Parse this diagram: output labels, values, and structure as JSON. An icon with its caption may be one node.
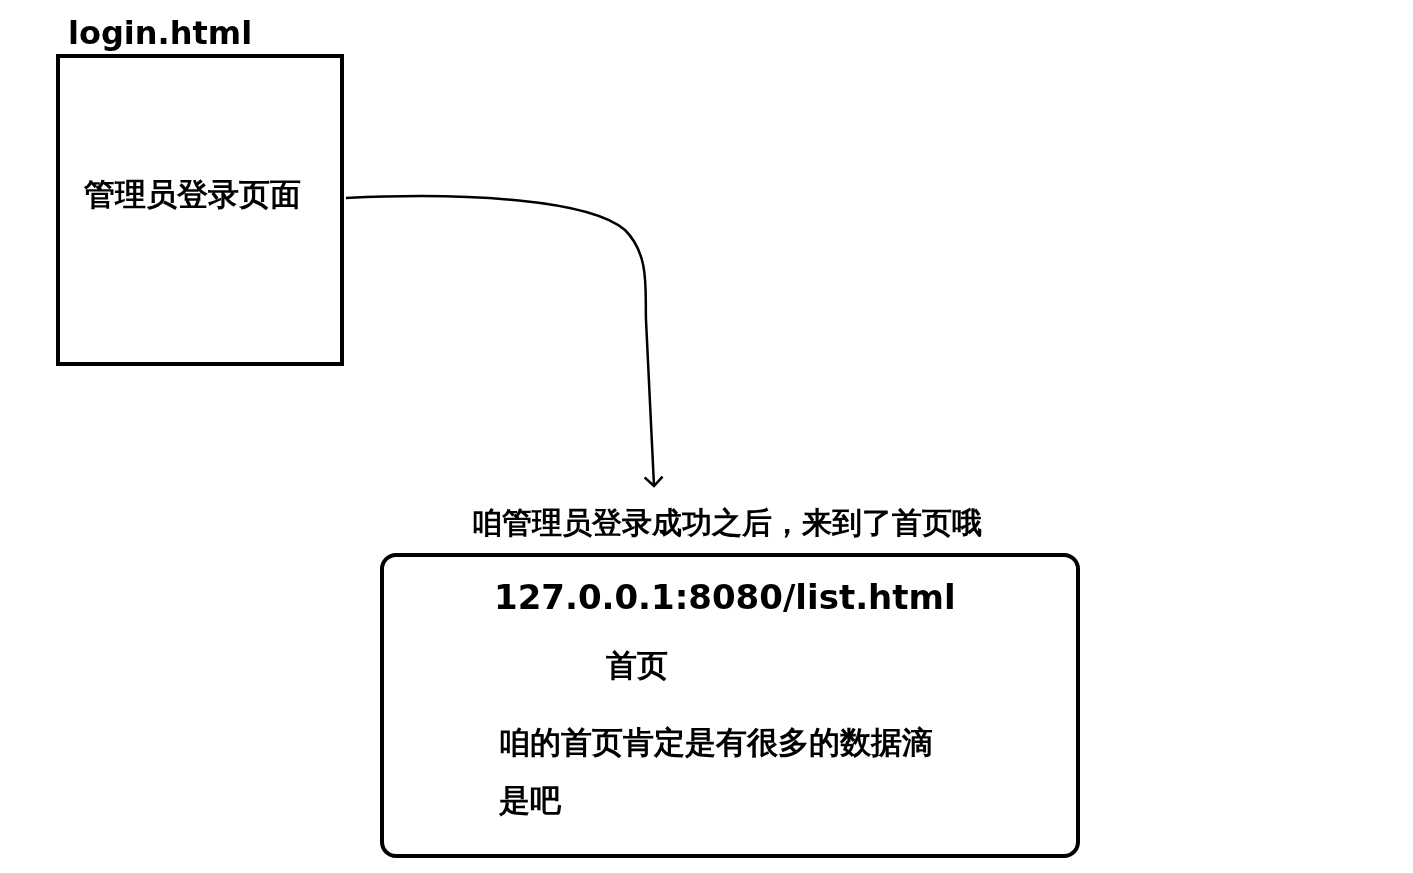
{
  "diagram": {
    "nodes": [
      {
        "text": [
          "login.html",
          "管理员登录页面"
        ]
      },
      {
        "text": [
          "咱管理员登录成功之后，来到了首页哦",
          "127.0.0.1:8080/list.html",
          "首页",
          "咱的首页肯定是有很多的数据滴",
          "是吧"
        ]
      }
    ],
    "edges": [
      {
        "from": 0,
        "to": 1,
        "arrow": "to"
      }
    ]
  }
}
